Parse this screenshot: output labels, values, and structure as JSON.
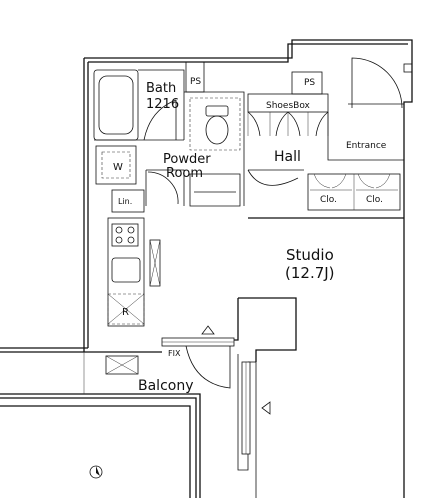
{
  "labels": {
    "bath": "Bath",
    "bath_size": "1216",
    "ps1": "PS",
    "ps2": "PS",
    "shoesbox": "ShoesBox",
    "washer": "W",
    "powder_line1": "Powder",
    "powder_line2": "Room",
    "hall": "Hall",
    "entrance": "Entrance",
    "linen": "Lin.",
    "closet1": "Clo.",
    "closet2": "Clo.",
    "studio": "Studio",
    "studio_area": "(12.7J)",
    "fridge": "R",
    "fix": "FIX",
    "balcony": "Balcony"
  }
}
